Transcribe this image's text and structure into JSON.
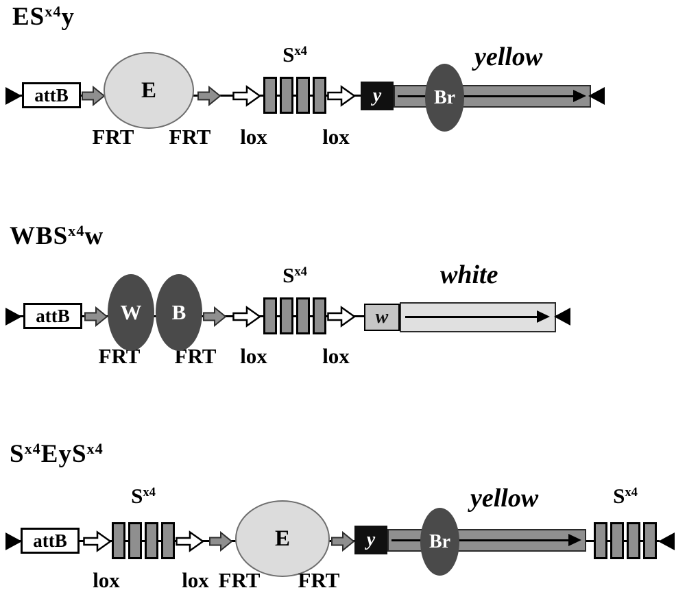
{
  "colors": {
    "light_gray": "#dcdcdc",
    "mid_gray": "#8f8f8f",
    "dark_gray": "#4a4a4a",
    "black": "#000000",
    "white": "#ffffff"
  },
  "constructs": [
    {
      "title": {
        "p1": "ES",
        "sup1": "x4",
        "p2": "y"
      },
      "attb": "attB",
      "site_labels": {
        "frt1": "FRT",
        "frt2": "FRT",
        "lox1": "lox",
        "lox2": "lox"
      },
      "stuffer": {
        "base": "S",
        "sup": "x4"
      },
      "excision_cassette": "E",
      "marker": "y",
      "enhancer": "Br",
      "gene": "yellow"
    },
    {
      "title": {
        "p1": "WBS",
        "sup1": "x4",
        "p2": "w"
      },
      "attb": "attB",
      "site_labels": {
        "frt1": "FRT",
        "frt2": "FRT",
        "lox1": "lox",
        "lox2": "lox"
      },
      "stuffer": {
        "base": "S",
        "sup": "x4"
      },
      "cassette1": "W",
      "cassette2": "B",
      "marker": "w",
      "gene": "white"
    },
    {
      "title": {
        "p1": "S",
        "sup1": "x4",
        "p2": "EyS",
        "sup2": "x4"
      },
      "attb": "attB",
      "site_labels": {
        "lox1": "lox",
        "lox2": "lox",
        "frt1": "FRT",
        "frt2": "FRT"
      },
      "stuffer1": {
        "base": "S",
        "sup": "x4"
      },
      "stuffer2": {
        "base": "S",
        "sup": "x4"
      },
      "excision_cassette": "E",
      "marker": "y",
      "enhancer": "Br",
      "gene": "yellow"
    }
  ]
}
